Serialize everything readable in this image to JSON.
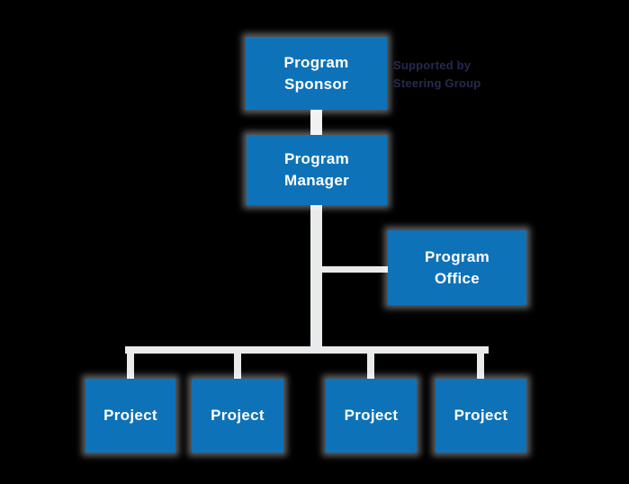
{
  "colors": {
    "background": "#000000",
    "box_blue": "#0E72B9",
    "box_text": "#FFFFFF",
    "connector": "#E9EAEB",
    "connector_stub": "#F1F1F2",
    "annotation_text": "#252B4E"
  },
  "diagram": {
    "type": "org-chart",
    "nodes": [
      {
        "id": "program-sponsor",
        "label": "Program Sponsor"
      },
      {
        "id": "program-manager",
        "label": "Program Manager"
      },
      {
        "id": "program-office",
        "label": "Program Office"
      },
      {
        "id": "project-1",
        "label": "Project"
      },
      {
        "id": "project-2",
        "label": "Project"
      },
      {
        "id": "project-3",
        "label": "Project"
      },
      {
        "id": "project-4",
        "label": "Project"
      }
    ],
    "edges": [
      {
        "from": "program-sponsor",
        "to": "program-manager"
      },
      {
        "from": "program-manager",
        "to": "program-office"
      },
      {
        "from": "program-manager",
        "to": "project-1"
      },
      {
        "from": "program-manager",
        "to": "project-2"
      },
      {
        "from": "program-manager",
        "to": "project-3"
      },
      {
        "from": "program-manager",
        "to": "project-4"
      }
    ],
    "annotation": {
      "line1": "Supported by",
      "line2": "Steering Group"
    }
  }
}
